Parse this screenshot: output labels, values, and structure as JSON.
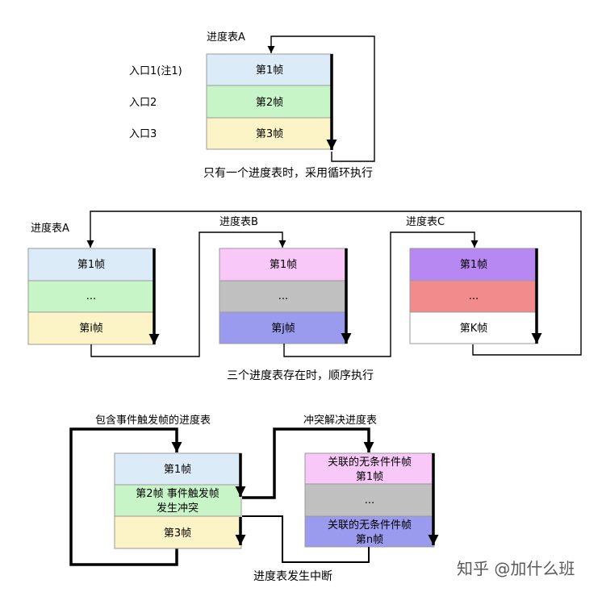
{
  "diagram1": {
    "table_label": "进度表A",
    "entries": [
      "入口1(注1)",
      "入口2",
      "入口3"
    ],
    "frames": [
      "第1帧",
      "第2帧",
      "第3帧"
    ],
    "caption": "只有一个进度表时，采用循环执行"
  },
  "diagram2": {
    "tables": [
      {
        "label": "进度表A",
        "frames": [
          "第1帧",
          "...",
          "第i帧"
        ]
      },
      {
        "label": "进度表B",
        "frames": [
          "第1帧",
          "...",
          "第j帧"
        ]
      },
      {
        "label": "进度表C",
        "frames": [
          "第1帧",
          "...",
          "第K帧"
        ]
      }
    ],
    "caption": "三个进度表存在时，顺序执行"
  },
  "diagram3": {
    "event_table_label": "包含事件触发帧的进度表",
    "conflict_table_label": "冲突解决进度表",
    "event_frames": {
      "frame1": "第1帧",
      "frame2_line1": "第2帧 事件触发帧",
      "frame2_line2": "发生冲突",
      "frame3": "第3帧"
    },
    "conflict_frames": {
      "frame1_line1": "关联的无条件件帧",
      "frame1_line2": "第1帧",
      "middle": "...",
      "framen_line1": "关联的无条件件帧",
      "framen_line2": "第n帧"
    },
    "caption": "进度表发生中断"
  },
  "watermark": "知乎 @加什么班",
  "colors": {
    "light_blue": "#dcebf8",
    "light_green": "#c8f5c8",
    "light_yellow": "#fcf3c6",
    "pink": "#f8c8f8",
    "gray": "#c0c0c0",
    "periwinkle": "#9a9aee",
    "purple": "#b787f2",
    "salmon": "#f28c8c",
    "white": "#ffffff"
  }
}
